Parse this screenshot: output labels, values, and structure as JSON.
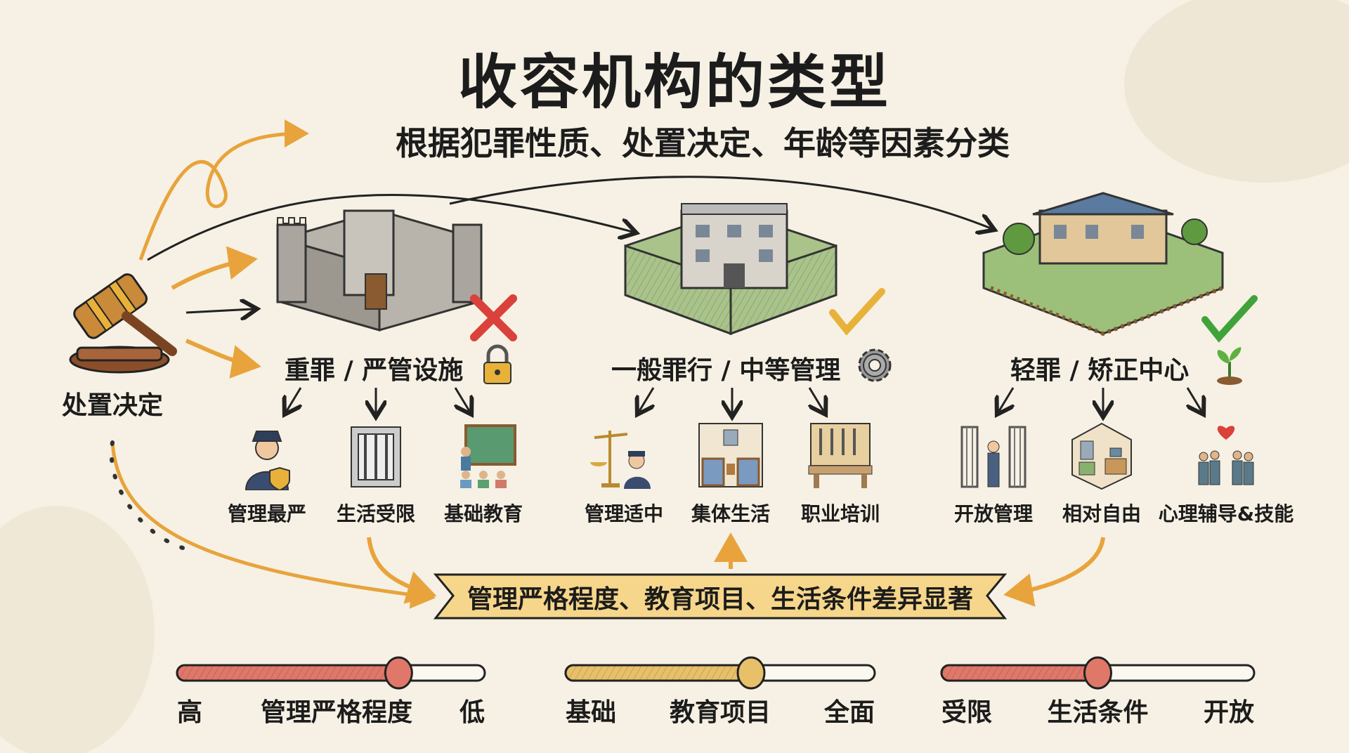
{
  "title": "收容机构的类型",
  "subtitle": "根据犯罪性质、处置决定、年龄等因素分类",
  "decision": {
    "label": "处置决定",
    "icon": "gavel-icon"
  },
  "facilities": [
    {
      "title": "重罪 / 严管设施",
      "status": "cross",
      "badge_icon": "lock-icon",
      "items": [
        {
          "label": "管理最严",
          "icon": "guard-icon"
        },
        {
          "label": "生活受限",
          "icon": "cell-bars-icon"
        },
        {
          "label": "基础教育",
          "icon": "classroom-icon"
        }
      ]
    },
    {
      "title": "一般罪行 / 中等管理",
      "status": "check",
      "badge_icon": "gear-icon",
      "items": [
        {
          "label": "管理适中",
          "icon": "scales-officer-icon"
        },
        {
          "label": "集体生活",
          "icon": "dormitory-icon"
        },
        {
          "label": "职业培训",
          "icon": "tools-icon"
        }
      ]
    },
    {
      "title": "轻罪 / 矫正中心",
      "status": "check",
      "badge_icon": "sprout-icon",
      "items": [
        {
          "label": "开放管理",
          "icon": "open-gate-icon"
        },
        {
          "label": "相对自由",
          "icon": "room-icon"
        },
        {
          "label": "心理辅导&技能",
          "icon": "counseling-icon"
        }
      ]
    }
  ],
  "banner": "管理严格程度、教育项目、生活条件差异显著",
  "sliders": [
    {
      "label": "管理严格程度",
      "left": "高",
      "right": "低",
      "value": 0.72,
      "color": "#e0786a"
    },
    {
      "label": "教育项目",
      "left": "基础",
      "right": "全面",
      "value": 0.6,
      "color": "#e8c06a"
    },
    {
      "label": "生活条件",
      "left": "受限",
      "right": "开放",
      "value": 0.5,
      "color": "#e0786a"
    }
  ],
  "colors": {
    "background": "#f6f1e4",
    "accent_orange": "#e8a33c",
    "cross_red": "#d9413a",
    "check_yellow": "#e8b23a",
    "check_green": "#3fa33a"
  }
}
